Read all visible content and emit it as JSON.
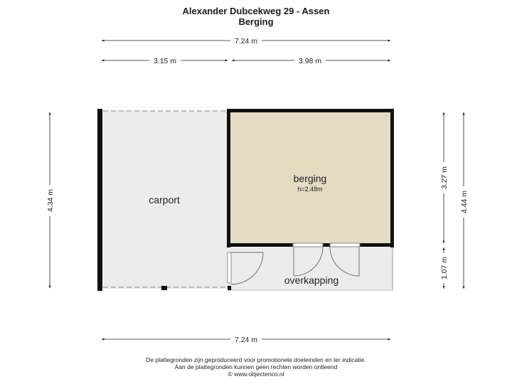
{
  "header": {
    "title": "Alexander Dubcekweg 29 - Assen",
    "subtitle": "Berging"
  },
  "dimensions": {
    "top_total": "7.24 m",
    "top_left": "3.15 m",
    "top_right": "3.98 m",
    "left_height": "4.34 m",
    "right_upper": "3.27 m",
    "right_lower": "1.07 m",
    "right_total": "4.44 m",
    "bottom_total": "7.24 m"
  },
  "rooms": {
    "carport": {
      "label": "carport",
      "color": "#ececec"
    },
    "berging": {
      "label": "berging",
      "height": "h=2.48m",
      "color": "#e3dbc2"
    },
    "overkapping": {
      "label": "overkapping",
      "color": "#ececec"
    }
  },
  "footer": {
    "line1": "De plattegronden zijn geproduceerd voor promotionele doeleinden en ter indicatie.",
    "line2": "Aan de plattegronden kunnen geen rechten worden ontleend",
    "line3": "© www.objectenco.nl"
  }
}
